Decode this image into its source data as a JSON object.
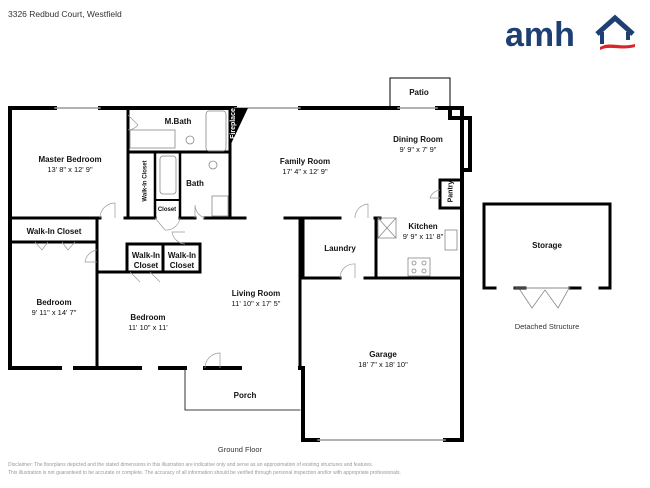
{
  "header": {
    "address": "3326 Redbud Court, Westfield",
    "logo_text": "amh",
    "brand_colors": {
      "navy": "#1d3f73",
      "red": "#d9262c"
    }
  },
  "rooms": [
    {
      "id": "master_bedroom",
      "name": "Master Bedroom",
      "dims": "13' 8\" x 12' 9\""
    },
    {
      "id": "m_bath",
      "name": "M.Bath",
      "dims": ""
    },
    {
      "id": "fireplace",
      "name": "Fireplace",
      "dims": ""
    },
    {
      "id": "walkin_master",
      "name": "Walk-In Closet",
      "dims": ""
    },
    {
      "id": "bath",
      "name": "Bath",
      "dims": ""
    },
    {
      "id": "closet_hall",
      "name": "Closet",
      "dims": ""
    },
    {
      "id": "family_room",
      "name": "Family Room",
      "dims": "17' 4\" x 12' 9\""
    },
    {
      "id": "dining_room",
      "name": "Dining Room",
      "dims": "9' 9\" x 7' 9\""
    },
    {
      "id": "patio",
      "name": "Patio",
      "dims": ""
    },
    {
      "id": "pantry",
      "name": "Pantry",
      "dims": ""
    },
    {
      "id": "kitchen",
      "name": "Kitchen",
      "dims": "9' 9\" x 11' 8\""
    },
    {
      "id": "laundry",
      "name": "Laundry",
      "dims": ""
    },
    {
      "id": "walkin_bed2",
      "name": "Walk-In Closet",
      "dims": ""
    },
    {
      "id": "bedroom_1",
      "name": "Bedroom",
      "dims": "9' 11\" x 14' 7\""
    },
    {
      "id": "walkin_a",
      "name": "Walk-In\nCloset",
      "line1": "Walk-In",
      "line2": "Closet"
    },
    {
      "id": "walkin_b",
      "name": "Walk-In\nCloset",
      "line1": "Walk-In",
      "line2": "Closet"
    },
    {
      "id": "bedroom_2",
      "name": "Bedroom",
      "dims": "11' 10\" x 11'"
    },
    {
      "id": "living_room",
      "name": "Living Room",
      "dims": "11' 10\" x 17' 5\""
    },
    {
      "id": "garage",
      "name": "Garage",
      "dims": "18' 7\" x 18' 10\""
    },
    {
      "id": "porch",
      "name": "Porch",
      "dims": ""
    },
    {
      "id": "storage",
      "name": "Storage",
      "dims": ""
    }
  ],
  "captions": {
    "floor": "Ground Floor",
    "detached": "Detached Structure"
  },
  "disclaimer": {
    "line1": "Disclaimer: The floorplans depicted and the stated dimensions in this illustration are indicative only and serve as an approximation of existing structures and features.",
    "line2": "This illustration is not guaranteed to be accurate or complete. The accuracy of all information should be verified through personal inspection and/or with appropriate professionals."
  }
}
